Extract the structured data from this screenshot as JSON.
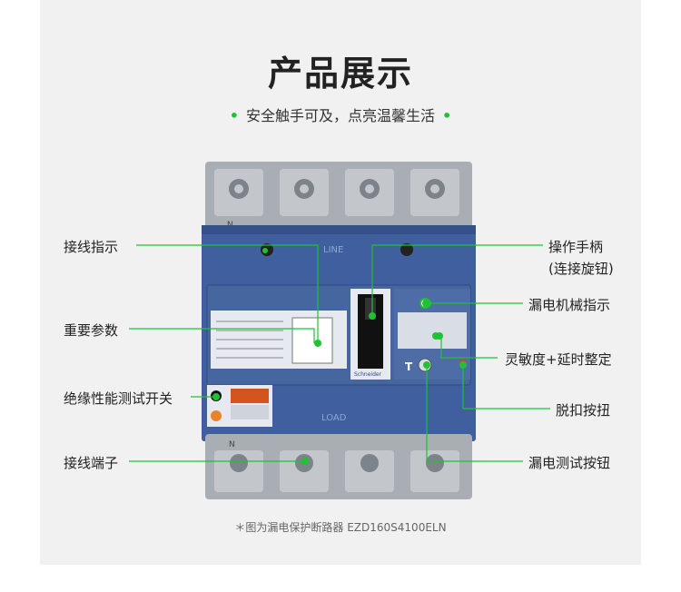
{
  "title": "产品展示",
  "subtitle": "安全触手可及，点亮温馨生活",
  "caption": "＊图为漏电保护断路器 EZD160S4100ELN",
  "labels_left": [
    {
      "id": "wiring-indicator",
      "text": "接线指示"
    },
    {
      "id": "key-parameters",
      "text": "重要参数"
    },
    {
      "id": "insulation-test-switch",
      "text": "绝缘性能测试开关"
    },
    {
      "id": "wiring-terminal",
      "text": "接线端子"
    }
  ],
  "labels_right": [
    {
      "id": "operating-handle",
      "text": "操作手柄",
      "sub": "(连接旋钮)"
    },
    {
      "id": "leakage-mechanical-indicator",
      "text": "漏电机械指示"
    },
    {
      "id": "sensitivity-delay-setting",
      "text": "灵敏度+延时整定"
    },
    {
      "id": "trip-button",
      "text": "脱扣按扭"
    },
    {
      "id": "leakage-test-button",
      "text": "漏电测试按钮"
    }
  ],
  "device": {
    "line_text": "LINE",
    "load_text": "LOAD",
    "neutral_mark": "N",
    "brand": "Schneider",
    "test_mark": "T",
    "colors": {
      "body": "#3f5f9e",
      "terminal": "#a9aeb4",
      "accent": "#1ec332"
    }
  }
}
